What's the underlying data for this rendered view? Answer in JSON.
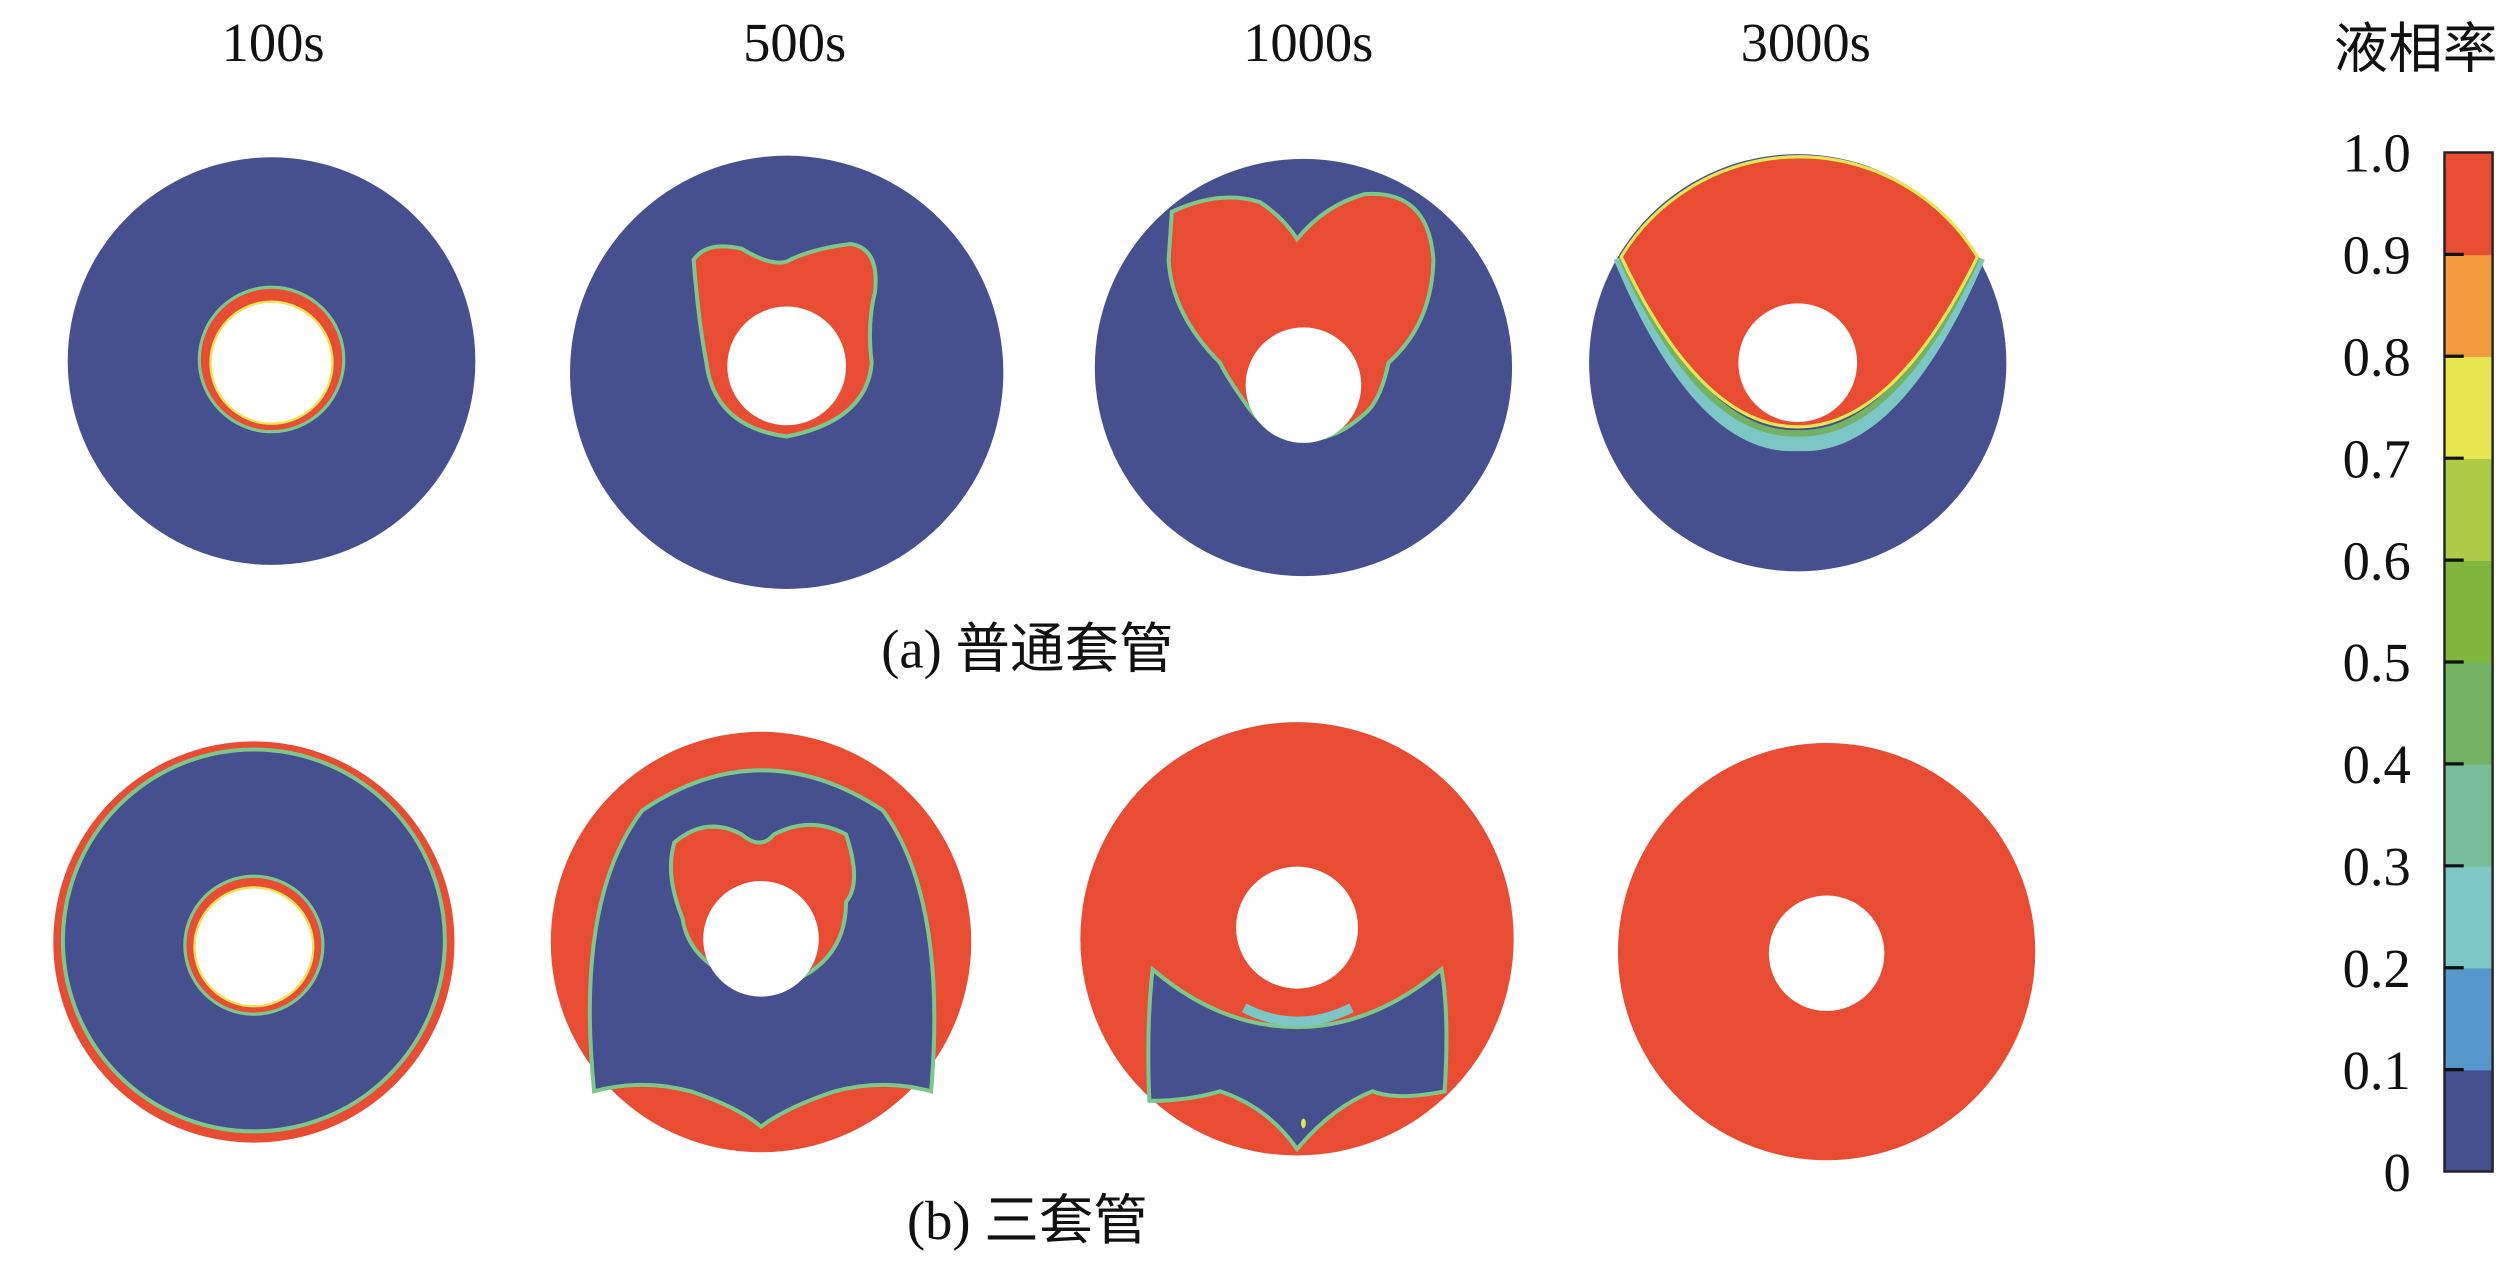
{
  "chart_data": {
    "type": "heatmap",
    "title": "",
    "time_labels": [
      "100s",
      "500s",
      "1000s",
      "3000s"
    ],
    "rows": [
      {
        "caption": "(a) 普通套管"
      },
      {
        "caption": "(b) 三套管"
      }
    ],
    "colorbar": {
      "title": "液相率",
      "range": [
        0,
        1.0
      ],
      "tick_labels": [
        "0",
        "0.1",
        "0.2",
        "0.3",
        "0.4",
        "0.5",
        "0.6",
        "0.7",
        "0.8",
        "0.9",
        "1.0"
      ],
      "bin_colors": [
        "#46508f",
        "#5797c9",
        "#7cc6c6",
        "#79be9a",
        "#72b262",
        "#80b63d",
        "#aecb48",
        "#e8e651",
        "#f39a3c",
        "#e84c32"
      ]
    },
    "colors": {
      "liquid": "#e84c32",
      "gas": "#46508f",
      "interface": "#7cc88a"
    }
  }
}
